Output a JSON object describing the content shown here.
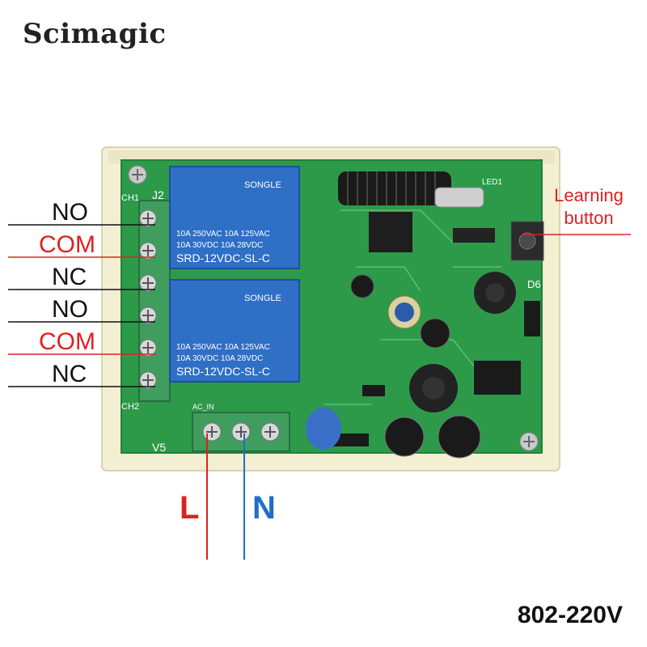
{
  "brand": "Scimagic",
  "model": "802-220V",
  "terminal_labels": [
    {
      "text": "NO",
      "color": "#111111"
    },
    {
      "text": "COM",
      "color": "#e02020"
    },
    {
      "text": "NC",
      "color": "#111111"
    },
    {
      "text": "NO",
      "color": "#111111"
    },
    {
      "text": "COM",
      "color": "#e02020"
    },
    {
      "text": "NC",
      "color": "#111111"
    }
  ],
  "learning_button": {
    "line1": "Learning",
    "line2": "button"
  },
  "power": {
    "live": "L",
    "neutral": "N",
    "live_color": "#e02020",
    "neutral_color": "#1e6fc7"
  },
  "relays": [
    {
      "brand": "SONGLE",
      "spec1": "10A 250VAC  10A 125VAC",
      "spec2": "10A 30VDC  10A 28VDC",
      "model": "SRD-12VDC-SL-C"
    },
    {
      "brand": "SONGLE",
      "spec1": "10A 250VAC  10A 125VAC",
      "spec2": "10A 30VDC  10A 28VDC",
      "model": "SRD-12VDC-SL-C"
    }
  ],
  "board_marks": {
    "ch1": "CH1",
    "ch2": "CH2",
    "j2": "J2",
    "v5": "V5",
    "ac_in": "AC_IN",
    "led1": "LED1",
    "d6": "D6"
  },
  "colors": {
    "pcb": "#2d9a4a",
    "case": "#f2efd2",
    "terminal": "#3f9d5e",
    "relay": "#2f6fc6"
  }
}
